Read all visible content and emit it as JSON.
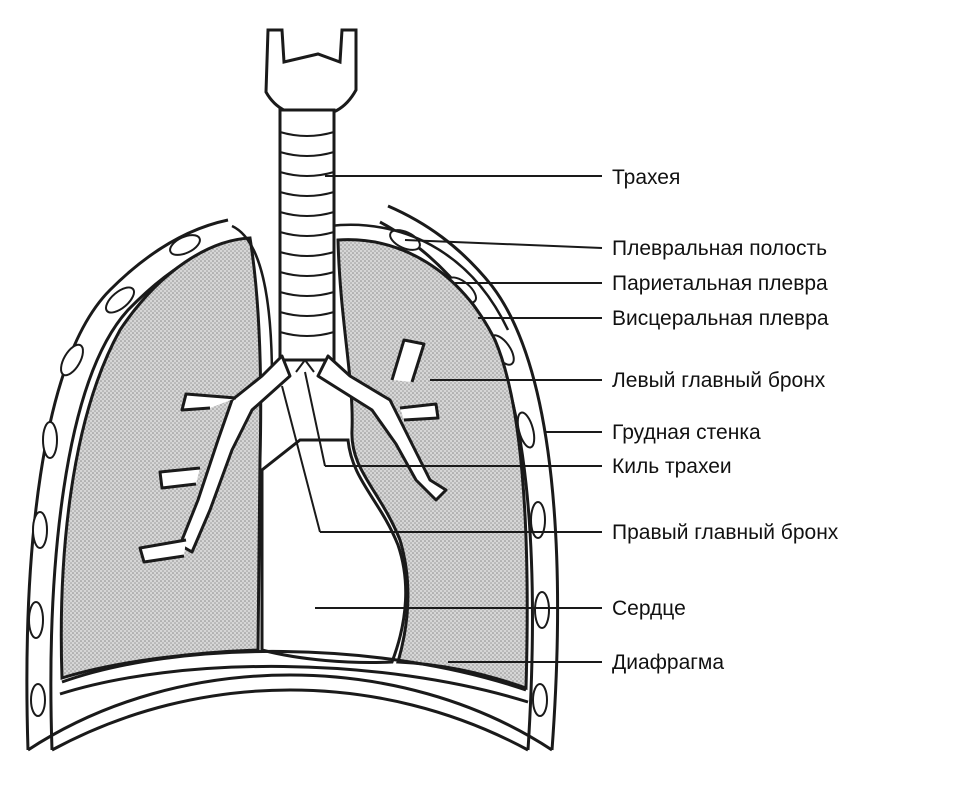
{
  "diagram": {
    "labels": {
      "trachea": "Трахея",
      "pleural_cavity": "Плевральная полость",
      "parietal_pleura": "Париетальная плевра",
      "visceral_pleura": "Висцеральная плевра",
      "left_bronchus": "Левый главный бронх",
      "chest_wall": "Грудная стенка",
      "carina": "Киль трахеи",
      "right_bronchus": "Правый главный бронх",
      "heart": "Сердце",
      "diaphragm": "Диафрагма"
    },
    "colors": {
      "ink": "#1a1a1a",
      "lung_fill": "#cfcfcf",
      "background": "#ffffff"
    }
  }
}
